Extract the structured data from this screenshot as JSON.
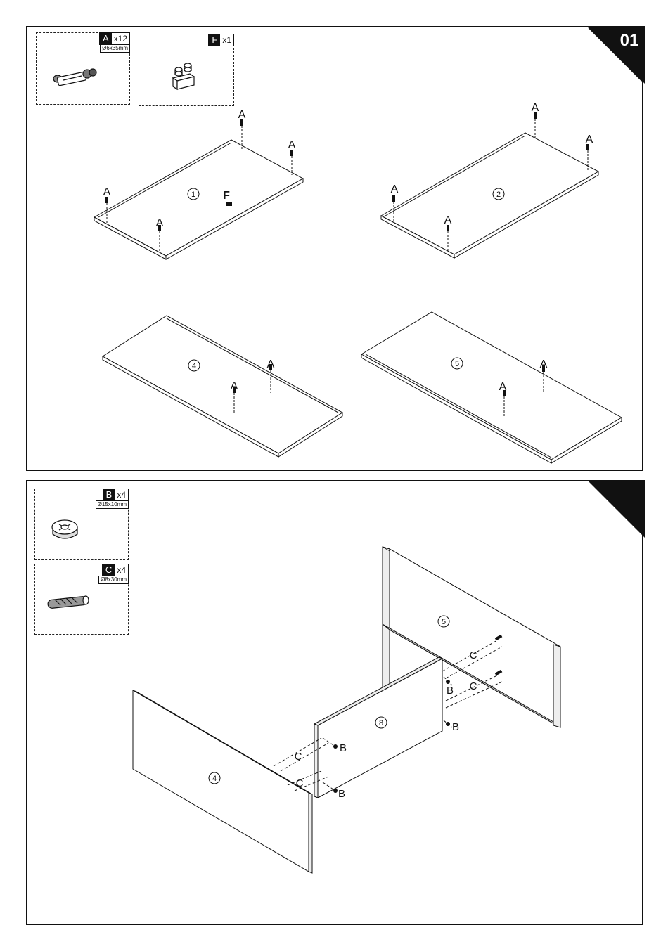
{
  "steps": [
    {
      "number": "01",
      "hardware": [
        {
          "letter": "A",
          "qty": "x12",
          "dimension": "Ø6x35mm",
          "icon": "cam-bolt-icon"
        },
        {
          "letter": "F",
          "qty": "x1",
          "dimension": "",
          "icon": "shelf-support-icon"
        }
      ],
      "panels": [
        {
          "id": "1",
          "callouts": [
            "A",
            "A",
            "A",
            "A",
            "F"
          ]
        },
        {
          "id": "2",
          "callouts": [
            "A",
            "A",
            "A",
            "A"
          ]
        },
        {
          "id": "4",
          "callouts": [
            "A",
            "A"
          ]
        },
        {
          "id": "5",
          "callouts": [
            "A",
            "A"
          ]
        }
      ]
    },
    {
      "number": "",
      "hardware": [
        {
          "letter": "B",
          "qty": "x4",
          "dimension": "Ø15x10mm",
          "icon": "cam-lock-icon"
        },
        {
          "letter": "C",
          "qty": "x4",
          "dimension": "Ø8x30mm",
          "icon": "wood-dowel-icon"
        }
      ],
      "panels": [
        {
          "id": "5"
        },
        {
          "id": "8"
        },
        {
          "id": "4"
        }
      ],
      "callouts": [
        "C",
        "C",
        "C",
        "C",
        "B",
        "B",
        "B",
        "B"
      ]
    }
  ],
  "colors": {
    "ink": "#111111",
    "paper": "#ffffff"
  }
}
